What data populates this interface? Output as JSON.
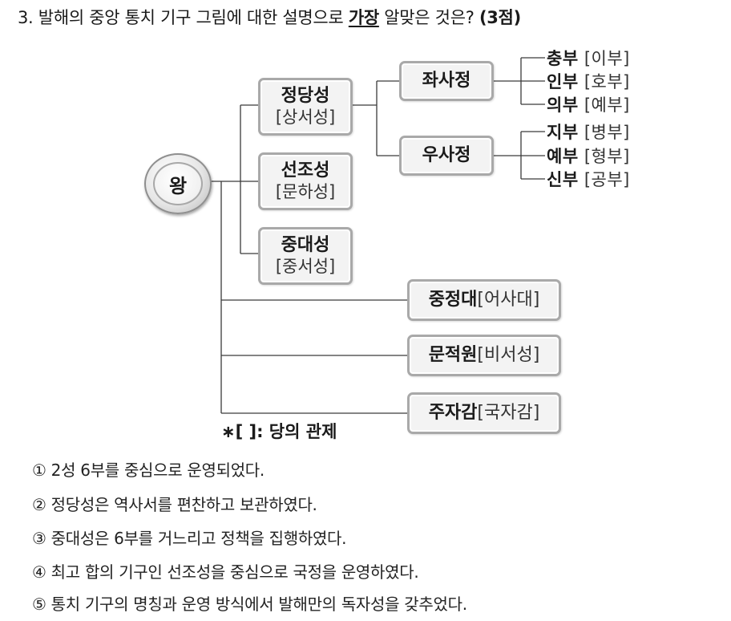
{
  "question": {
    "prefix": "3. 발해의 중앙 통치 기구 그림에 대한 설명으로 ",
    "emphasis": "가장",
    "suffix": " 알맞은 것은? ",
    "points": "(3점)"
  },
  "diagram": {
    "king": "왕",
    "three_departments": [
      {
        "name": "정당성",
        "tang": "[상서성]"
      },
      {
        "name": "선조성",
        "tang": "[문하성]"
      },
      {
        "name": "중대성",
        "tang": "[중서성]"
      }
    ],
    "chancellors": [
      "좌사정",
      "우사정"
    ],
    "ministries_left": [
      {
        "name": "충부",
        "tang": "[이부]"
      },
      {
        "name": "인부",
        "tang": "[호부]"
      },
      {
        "name": "의부",
        "tang": "[예부]"
      }
    ],
    "ministries_right": [
      {
        "name": "지부",
        "tang": "[병부]"
      },
      {
        "name": "예부",
        "tang": "[형부]"
      },
      {
        "name": "신부",
        "tang": "[공부]"
      }
    ],
    "other_agencies": [
      {
        "name": "중정대",
        "tang": "[어사대]"
      },
      {
        "name": "문적원",
        "tang": "[비서성]"
      },
      {
        "name": "주자감",
        "tang": "[국자감]"
      }
    ],
    "note": "∗[    ]: 당의 관제"
  },
  "choices": [
    "① 2성 6부를 중심으로 운영되었다.",
    "② 정당성은 역사서를 편찬하고 보관하였다.",
    "③ 중대성은 6부를 거느리고 정책을 집행하였다.",
    "④ 최고 합의 기구인 선조성을 중심으로 국정을 운영하였다.",
    "⑤ 통치 기구의 명칭과 운영 방식에서 발해만의 독자성을 갖추었다."
  ]
}
